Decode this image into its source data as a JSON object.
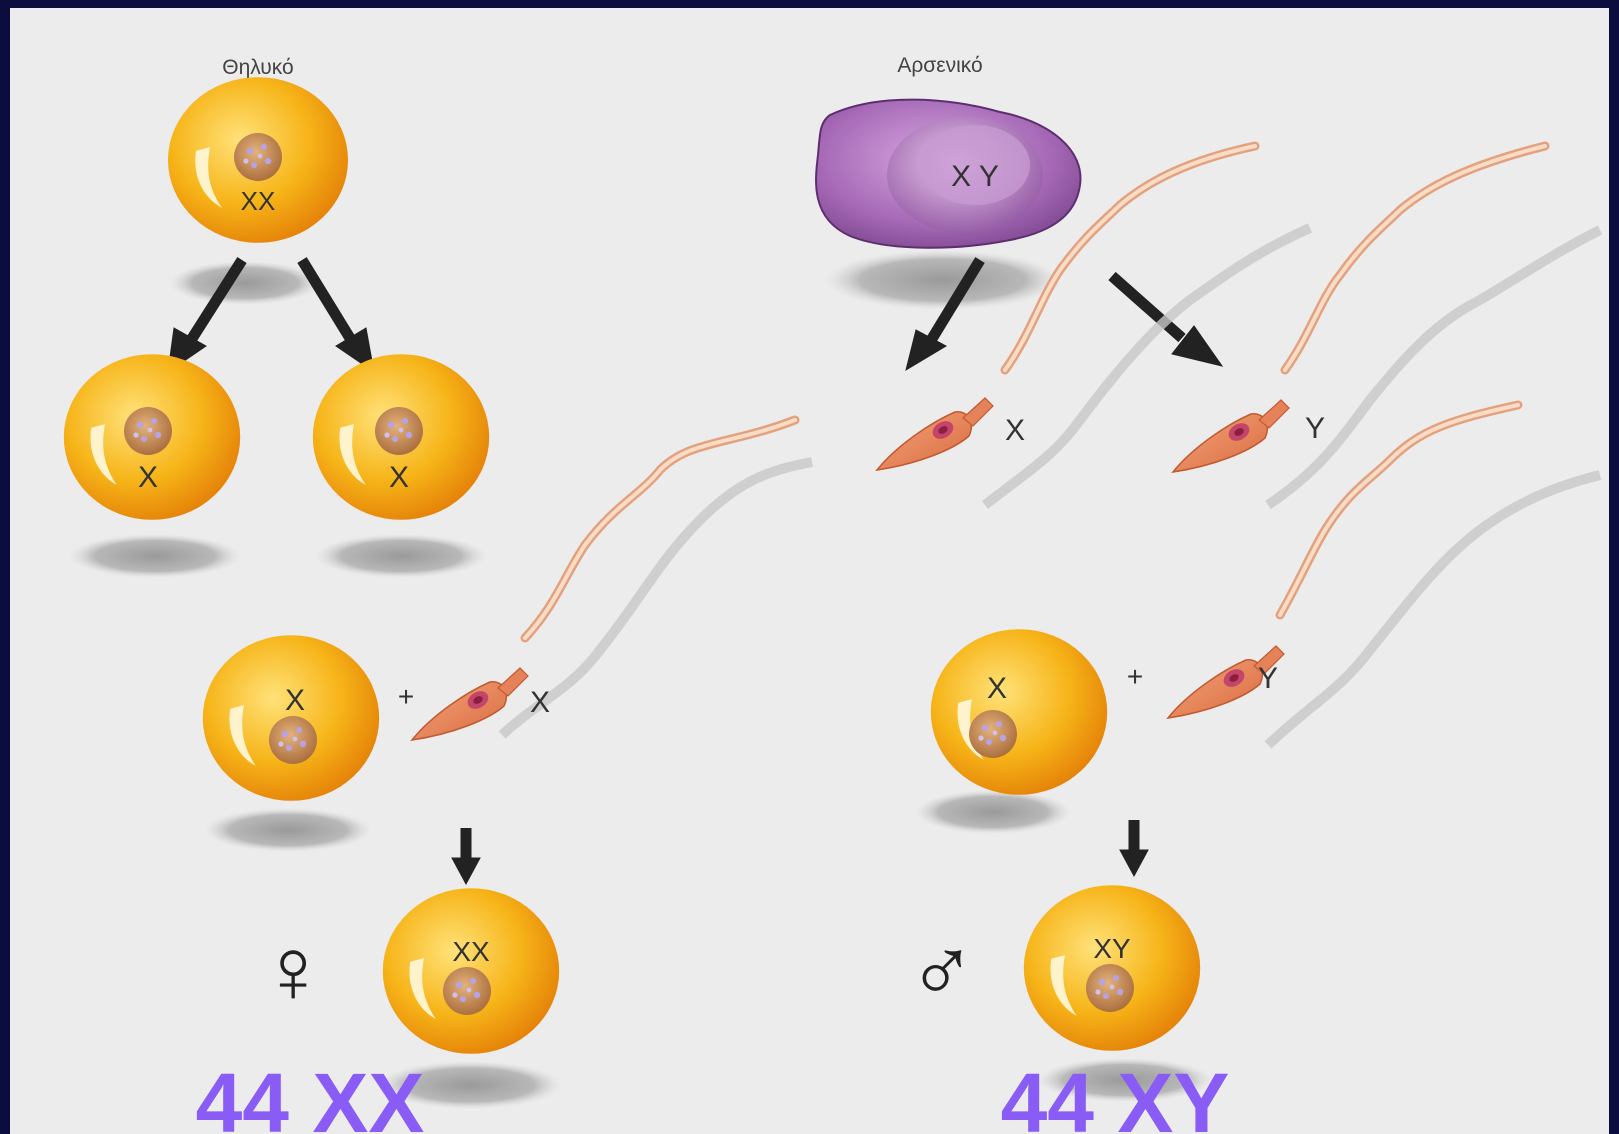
{
  "labels": {
    "female_heading": "Θηλυκό",
    "male_heading": "Αρσενικό",
    "mother_cell": "XX",
    "father_cell": "X Y",
    "egg_left": "X",
    "egg_right": "X",
    "sperm_x": "X",
    "sperm_y": "Y",
    "fert_egg_female": "X",
    "fert_sperm_female": "X",
    "fert_egg_male": "X",
    "fert_sperm_male": "Y",
    "plus": "+",
    "zygote_female": "XX",
    "zygote_male": "XY",
    "female_symbol": "♀",
    "male_symbol": "♂",
    "result_female": "44 XX",
    "result_male": "44 XY"
  },
  "colors": {
    "background": "#0c0c3e",
    "panel": "#ececec",
    "egg": "#f4b015",
    "egg_dark": "#e07a05",
    "nucleus": "#c28a55",
    "sperm": "#ec8e62",
    "sperm_tail": "#f2c09a",
    "male_cell": "#9a5aa8",
    "result_text": "#8a5cf6",
    "arrow": "#222222"
  }
}
